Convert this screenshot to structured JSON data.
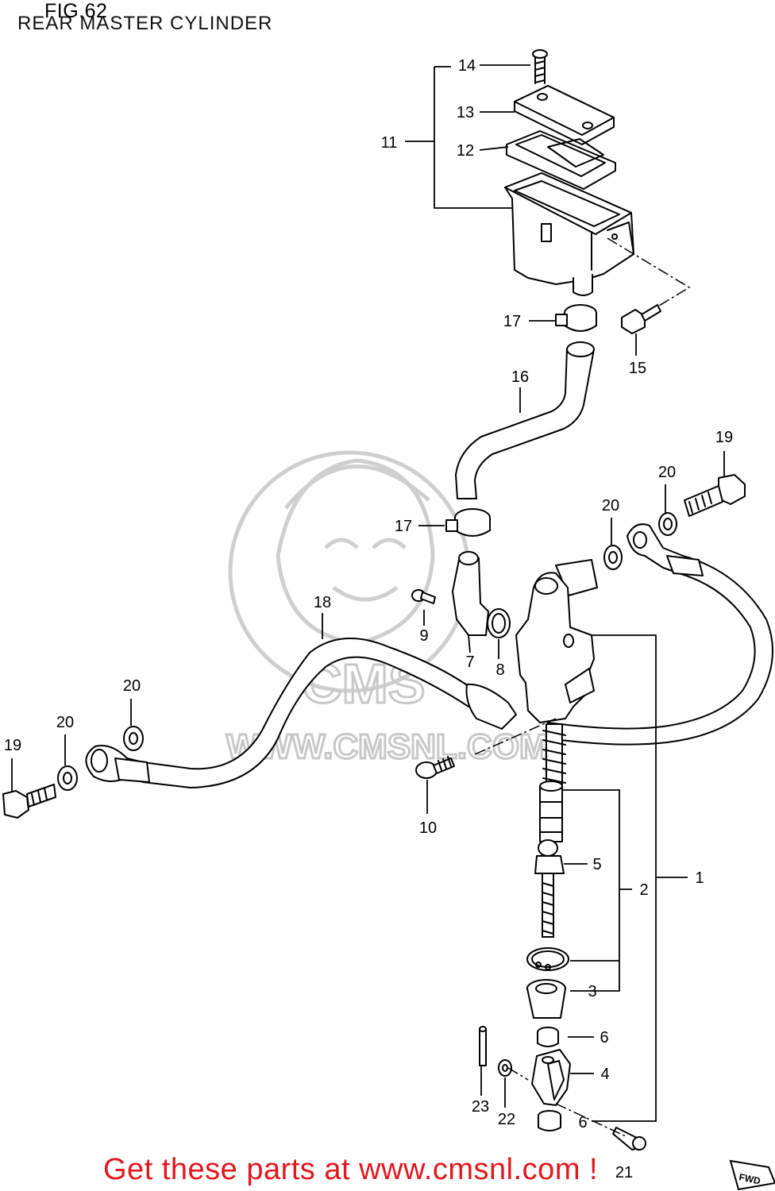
{
  "header": {
    "figure_number": "FIG.62",
    "title": "REAR MASTER CYLINDER"
  },
  "watermark": {
    "text": "WWW.CMSNL.COM",
    "logo": "CMS"
  },
  "footer": {
    "text": "Get these parts at www.cmsnl.com !"
  },
  "direction_badge": "FWD",
  "callouts": [
    "1",
    "2",
    "3",
    "4",
    "5",
    "6",
    "6",
    "7",
    "8",
    "9",
    "10",
    "11",
    "12",
    "13",
    "14",
    "15",
    "16",
    "17",
    "17",
    "18",
    "19",
    "19",
    "20",
    "20",
    "20",
    "20",
    "21",
    "22",
    "23"
  ],
  "colors": {
    "line": "#000000",
    "watermark": "#c8c8c8",
    "footer": "#e0191e"
  }
}
